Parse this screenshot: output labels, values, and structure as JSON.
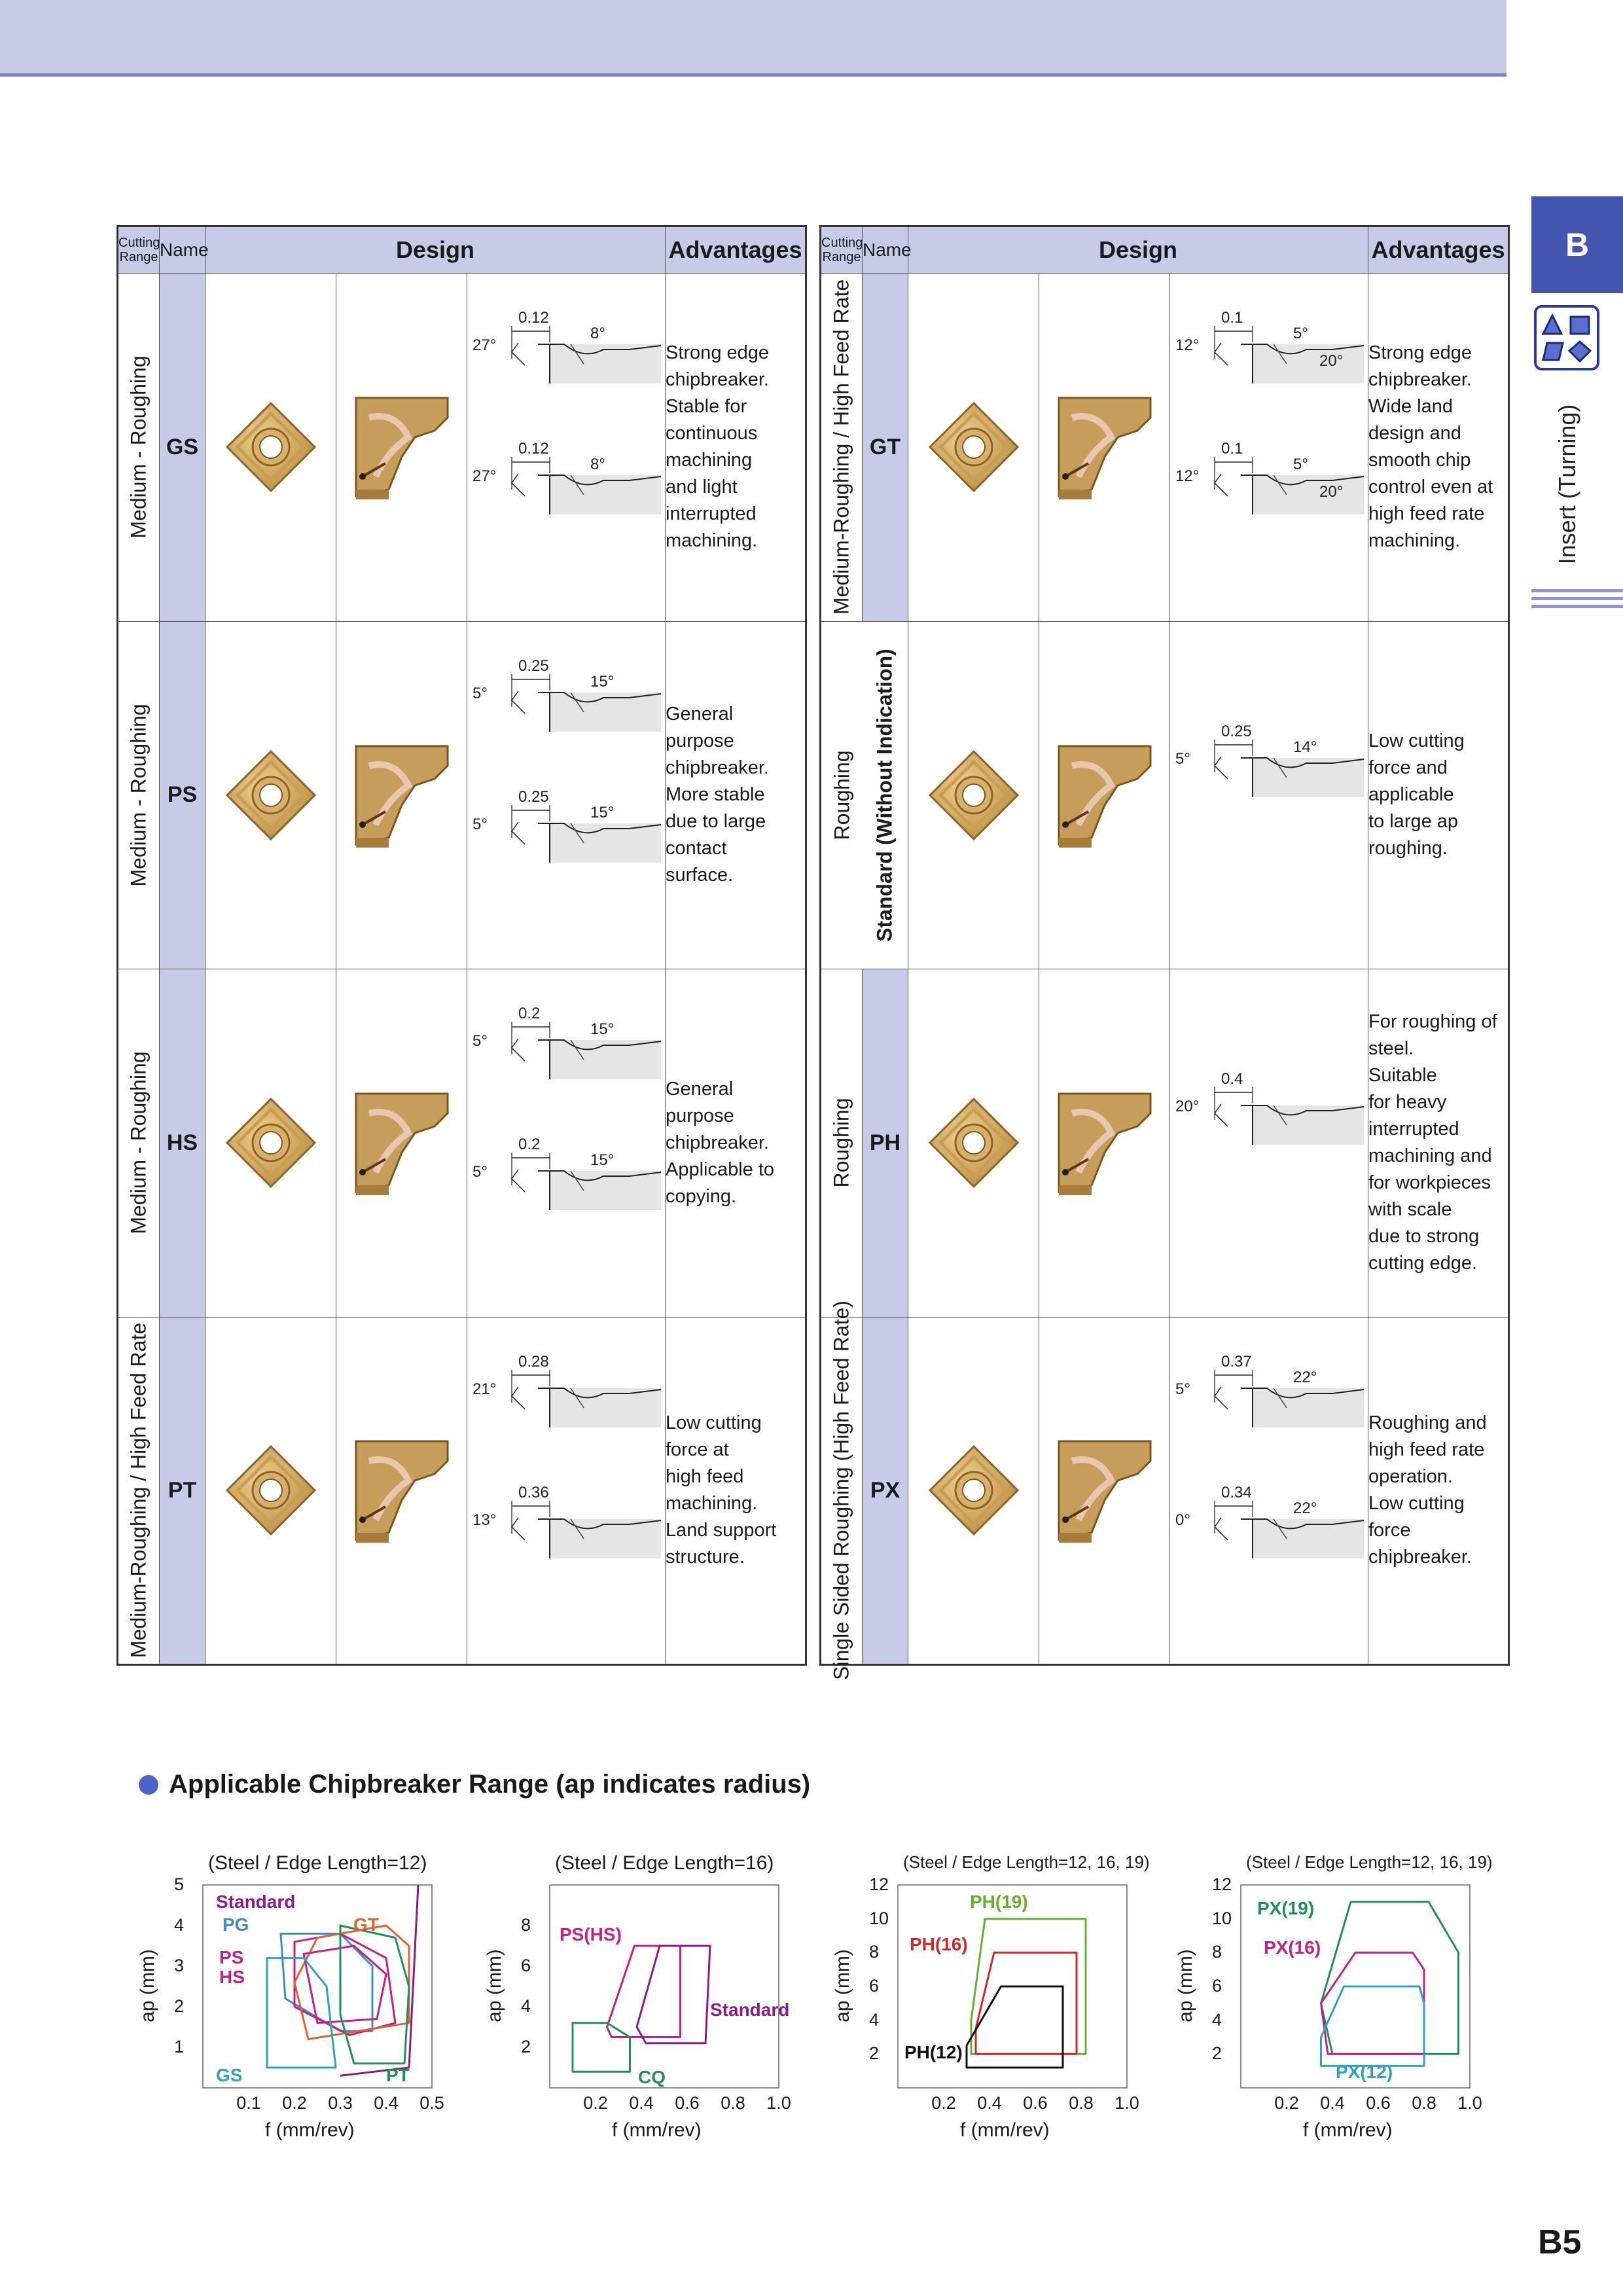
{
  "side_tab": {
    "letter": "B",
    "label": "Insert (Turning)",
    "icon": "insert-shapes-icon"
  },
  "page_number": "B5",
  "tables": [
    {
      "headers": {
        "cutting_range": "Cutting Range",
        "name": "Name",
        "design": "Design",
        "advantages": "Advantages"
      },
      "rows": [
        {
          "range": "Medium - Roughing",
          "name": "GS",
          "advantages": [
            "Strong edge",
            "chipbreaker.",
            "Stable for",
            "continuous",
            "machining",
            "and light",
            "interrupted",
            "machining."
          ],
          "dims": [
            "0.12",
            "27°",
            "8°",
            "0.12",
            "27°",
            "8°"
          ]
        },
        {
          "range": "Medium - Roughing",
          "name": "PS",
          "advantages": [
            "General",
            "purpose",
            "chipbreaker.",
            "More stable",
            "due to large",
            "contact",
            "surface."
          ],
          "dims": [
            "0.25",
            "5°",
            "15°",
            "0.25",
            "5°",
            "15°"
          ]
        },
        {
          "range": "Medium - Roughing",
          "name": "HS",
          "advantages": [
            "General",
            "purpose",
            "chipbreaker.",
            "Applicable to",
            "copying."
          ],
          "dims": [
            "0.2",
            "5°",
            "15°",
            "0.2",
            "5°",
            "15°"
          ]
        },
        {
          "range": "Medium-Roughing / High Feed Rate",
          "name": "PT",
          "advantages": [
            "Low cutting",
            "force at",
            "high feed",
            "machining.",
            "Land support",
            "structure."
          ],
          "dims": [
            "0.28",
            "21°",
            "",
            "0.36",
            "13°",
            ""
          ]
        }
      ]
    },
    {
      "headers": {
        "cutting_range": "Cutting Range",
        "name": "Name",
        "design": "Design",
        "advantages": "Advantages"
      },
      "rows": [
        {
          "range": "Medium-Roughing / High Feed Rate",
          "name": "GT",
          "advantages": [
            "Strong edge",
            "chipbreaker.",
            "Wide land",
            "design and",
            "smooth chip",
            "control even at",
            "high feed rate",
            "machining."
          ],
          "dims": [
            "0.1",
            "12°",
            "5°",
            "20°",
            "0.1",
            "12°",
            "5°",
            "20°"
          ]
        },
        {
          "range": "Roughing",
          "name": "Standard (Without Indication)",
          "advantages": [
            "Low cutting",
            "force and",
            "applicable",
            "to large ap",
            "roughing."
          ],
          "dims": [
            "0.25",
            "5°",
            "14°"
          ]
        },
        {
          "range": "Roughing",
          "name": "PH",
          "advantages": [
            "For roughing of",
            "steel.",
            "Suitable",
            "for heavy",
            "interrupted",
            "machining and",
            "for workpieces",
            "with scale",
            "due to strong",
            "cutting edge."
          ],
          "dims": [
            "0.4",
            "20°"
          ]
        },
        {
          "range": "Single Sided Roughing (High Feed Rate)",
          "name": "PX",
          "advantages": [
            "Roughing and",
            "high feed rate",
            "operation.",
            "Low cutting",
            "force",
            "chipbreaker."
          ],
          "dims": [
            "0.37",
            "5°",
            "22°",
            "0.34",
            "0°",
            "22°"
          ]
        }
      ]
    }
  ],
  "section_title": "Applicable Chipbreaker Range (ap indicates radius)",
  "chart_data": [
    {
      "type": "area",
      "title": "(Steel / Edge Length=12)",
      "xlabel": "f (mm/rev)",
      "ylabel": "ap (mm)",
      "xticks": [
        "0.1",
        "0.2",
        "0.3",
        "0.4",
        "0.5"
      ],
      "yticks": [
        "1",
        "2",
        "3",
        "4",
        "5"
      ],
      "xlim": [
        0,
        0.5
      ],
      "ylim": [
        0,
        5
      ],
      "series": [
        {
          "name": "Standard",
          "color": "#8b1a8b",
          "points": [
            [
              0.3,
              0.3
            ],
            [
              0.45,
              0.5
            ],
            [
              0.47,
              5
            ]
          ]
        },
        {
          "name": "PG",
          "color": "#4488cc",
          "points": [
            [
              0.17,
              3.8
            ],
            [
              0.3,
              3.8
            ],
            [
              0.37,
              3.0
            ],
            [
              0.37,
              1.4
            ],
            [
              0.3,
              1.4
            ],
            [
              0.18,
              2.2
            ]
          ]
        },
        {
          "name": "PS",
          "color": "#c0208c",
          "points": [
            [
              0.2,
              3.6
            ],
            [
              0.3,
              3.8
            ],
            [
              0.4,
              3.2
            ],
            [
              0.42,
              1.6
            ],
            [
              0.32,
              1.3
            ],
            [
              0.2,
              2.0
            ]
          ]
        },
        {
          "name": "GT",
          "color": "#e06030",
          "points": [
            [
              0.25,
              3.7
            ],
            [
              0.4,
              4.0
            ],
            [
              0.45,
              3.5
            ],
            [
              0.45,
              1.6
            ],
            [
              0.23,
              1.2
            ],
            [
              0.2,
              2.6
            ]
          ]
        },
        {
          "name": "HS",
          "color": "#c0208c",
          "points": [
            [
              0.22,
              3.3
            ],
            [
              0.33,
              3.5
            ],
            [
              0.4,
              2.8
            ],
            [
              0.38,
              1.7
            ],
            [
              0.25,
              1.6
            ]
          ]
        },
        {
          "name": "PT",
          "color": "#20905a",
          "points": [
            [
              0.3,
              4.0
            ],
            [
              0.42,
              3.7
            ],
            [
              0.45,
              2.5
            ],
            [
              0.44,
              0.6
            ],
            [
              0.33,
              0.6
            ],
            [
              0.3,
              1.8
            ]
          ]
        },
        {
          "name": "GS",
          "color": "#30a0c8",
          "points": [
            [
              0.14,
              3.2
            ],
            [
              0.22,
              3.2
            ],
            [
              0.27,
              2.5
            ],
            [
              0.29,
              0.5
            ],
            [
              0.14,
              0.5
            ]
          ]
        }
      ]
    },
    {
      "type": "area",
      "title": "(Steel / Edge Length=16)",
      "xlabel": "f (mm/rev)",
      "ylabel": "ap (mm)",
      "xticks": [
        "0.2",
        "0.4",
        "0.6",
        "0.8",
        "1.0"
      ],
      "yticks": [
        "2",
        "4",
        "6",
        "8"
      ],
      "xlim": [
        0,
        1.0
      ],
      "ylim": [
        0,
        10
      ],
      "series": [
        {
          "name": "PS(HS)",
          "color": "#c0208c",
          "points": [
            [
              0.25,
              3
            ],
            [
              0.37,
              7
            ],
            [
              0.57,
              7
            ],
            [
              0.57,
              2.5
            ],
            [
              0.27,
              2.5
            ]
          ]
        },
        {
          "name": "Standard",
          "color": "#8b1a8b",
          "points": [
            [
              0.38,
              3
            ],
            [
              0.48,
              7
            ],
            [
              0.7,
              7
            ],
            [
              0.68,
              2.2
            ],
            [
              0.42,
              2.2
            ]
          ]
        },
        {
          "name": "CQ",
          "color": "#20905a",
          "points": [
            [
              0.1,
              3.2
            ],
            [
              0.25,
              3.2
            ],
            [
              0.35,
              2.5
            ],
            [
              0.35,
              0.8
            ],
            [
              0.1,
              0.8
            ]
          ]
        }
      ]
    },
    {
      "type": "area",
      "title": "(Steel / Edge Length=12, 16, 19)",
      "xlabel": "f (mm/rev)",
      "ylabel": "ap (mm)",
      "xticks": [
        "0.2",
        "0.4",
        "0.6",
        "0.8",
        "1.0"
      ],
      "yticks": [
        "2",
        "4",
        "6",
        "8",
        "10",
        "12"
      ],
      "xlim": [
        0,
        1.0
      ],
      "ylim": [
        0,
        12
      ],
      "series": [
        {
          "name": "PH(19)",
          "color": "#66b030",
          "points": [
            [
              0.32,
              4
            ],
            [
              0.38,
              10
            ],
            [
              0.82,
              10
            ],
            [
              0.82,
              2
            ],
            [
              0.32,
              2
            ]
          ]
        },
        {
          "name": "PH(16)",
          "color": "#d02828",
          "points": [
            [
              0.34,
              3.5
            ],
            [
              0.42,
              8
            ],
            [
              0.78,
              8
            ],
            [
              0.78,
              2
            ],
            [
              0.34,
              2
            ]
          ]
        },
        {
          "name": "PH(12)",
          "color": "#111111",
          "points": [
            [
              0.3,
              2.5
            ],
            [
              0.45,
              6
            ],
            [
              0.72,
              6
            ],
            [
              0.72,
              1.2
            ],
            [
              0.3,
              1.2
            ]
          ]
        }
      ]
    },
    {
      "type": "area",
      "title": "(Steel / Edge Length=12, 16, 19)",
      "xlabel": "f (mm/rev)",
      "ylabel": "ap (mm)",
      "xticks": [
        "0.2",
        "0.4",
        "0.6",
        "0.8",
        "1.0"
      ],
      "yticks": [
        "2",
        "4",
        "6",
        "8",
        "10",
        "12"
      ],
      "xlim": [
        0,
        1.0
      ],
      "ylim": [
        0,
        12
      ],
      "series": [
        {
          "name": "PX(19)",
          "color": "#20905a",
          "points": [
            [
              0.35,
              5
            ],
            [
              0.48,
              11
            ],
            [
              0.82,
              11
            ],
            [
              0.95,
              8
            ],
            [
              0.95,
              2
            ],
            [
              0.4,
              2
            ]
          ]
        },
        {
          "name": "PX(16)",
          "color": "#c0208c",
          "points": [
            [
              0.35,
              5
            ],
            [
              0.5,
              8
            ],
            [
              0.75,
              8
            ],
            [
              0.8,
              7
            ],
            [
              0.8,
              2
            ],
            [
              0.38,
              2
            ]
          ]
        },
        {
          "name": "PX(12)",
          "color": "#30a0c8",
          "points": [
            [
              0.35,
              3
            ],
            [
              0.45,
              6
            ],
            [
              0.78,
              6
            ],
            [
              0.8,
              5
            ],
            [
              0.8,
              1.3
            ],
            [
              0.35,
              1.3
            ]
          ]
        }
      ]
    }
  ]
}
